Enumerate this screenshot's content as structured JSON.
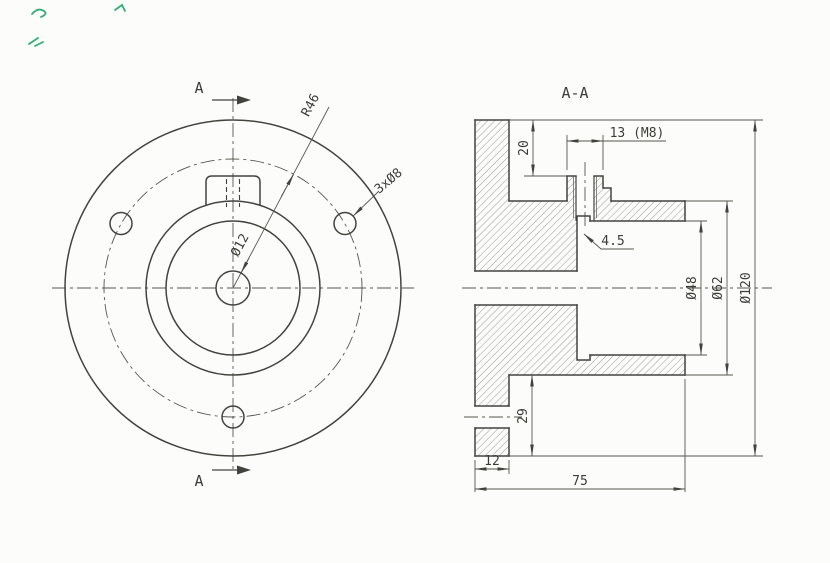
{
  "front_view": {
    "cut_label_top": "A",
    "cut_label_bottom": "A",
    "dim_center_hole": "Ø12",
    "dim_bolt_circle_radius": "R46",
    "dim_bolt_holes": "3xØ8"
  },
  "section_view": {
    "title": "A-A",
    "dim_boss_width": "13 (M8)",
    "dim_boss_depth": "20",
    "dim_groove_width": "4.5",
    "dim_bore": "Ø48",
    "dim_hub": "Ø62",
    "dim_flange": "Ø120",
    "dim_flange_rim": "29",
    "dim_flange_thickness": "12",
    "dim_total_length": "75"
  }
}
